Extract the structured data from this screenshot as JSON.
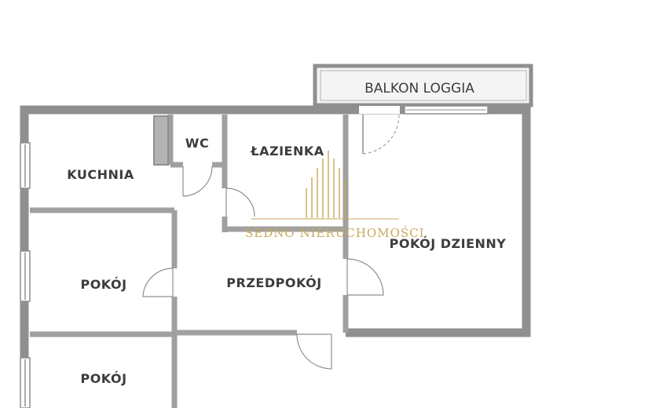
{
  "floor_plan": {
    "rooms": {
      "balkon_loggia": "BALKON LOGGIA",
      "kuchnia": "KUCHNIA",
      "wc": "WC",
      "lazienka": "ŁAZIENKA",
      "pokoj_dzienny": "POKÓJ DZIENNY",
      "pokoj_1": "POKÓJ",
      "przedpokoj": "PRZEDPOKÓJ",
      "pokoj_2": "POKÓJ"
    },
    "watermark": "SEDNO NIERUCHOMOŚCI"
  },
  "colors": {
    "wall_outer": "#8f8f8f",
    "wall_inner": "#a0a0a0",
    "label": "#3c3c3c",
    "watermark_gold": "#c9a85a",
    "loggia_fill": "#f4f4f4"
  }
}
